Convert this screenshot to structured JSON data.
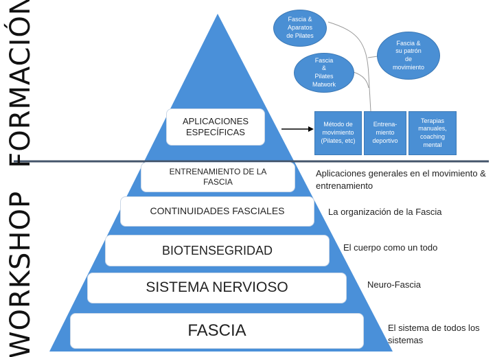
{
  "colors": {
    "triangle": "#4a90d9",
    "divider": "#44546a",
    "box": "#4a8fd4"
  },
  "sections": {
    "top": "FORMACIÓN",
    "bottom": "WORKSHOP"
  },
  "tiers": [
    {
      "label": "APLICACIONES ESPECÍFICAS"
    },
    {
      "label": "ENTRENAMIENTO DE LA FASCIA",
      "note": "Aplicaciones generales en el movimiento & entrenamiento"
    },
    {
      "label": "CONTINUIDADES FASCIALES",
      "note": "La organización de la Fascia"
    },
    {
      "label": "BIOTENSEGRIDAD",
      "note": "El cuerpo como un todo"
    },
    {
      "label": "SISTEMA NERVIOSO",
      "note": "Neuro-Fascia"
    },
    {
      "label": "FASCIA",
      "note": "El sistema de todos los sistemas"
    }
  ],
  "applications": [
    {
      "label": "Método de movimiento (Pilates, etc)"
    },
    {
      "label": "Entrena-miento deportivo"
    },
    {
      "label": "Terapias manuales, coaching mental"
    }
  ],
  "bubbles": [
    {
      "label": "Fascia & Aparatos de Pilates"
    },
    {
      "label": "Fascia & su patrón de movimiento"
    },
    {
      "label": "Fascia & Pilates Matwork"
    }
  ]
}
